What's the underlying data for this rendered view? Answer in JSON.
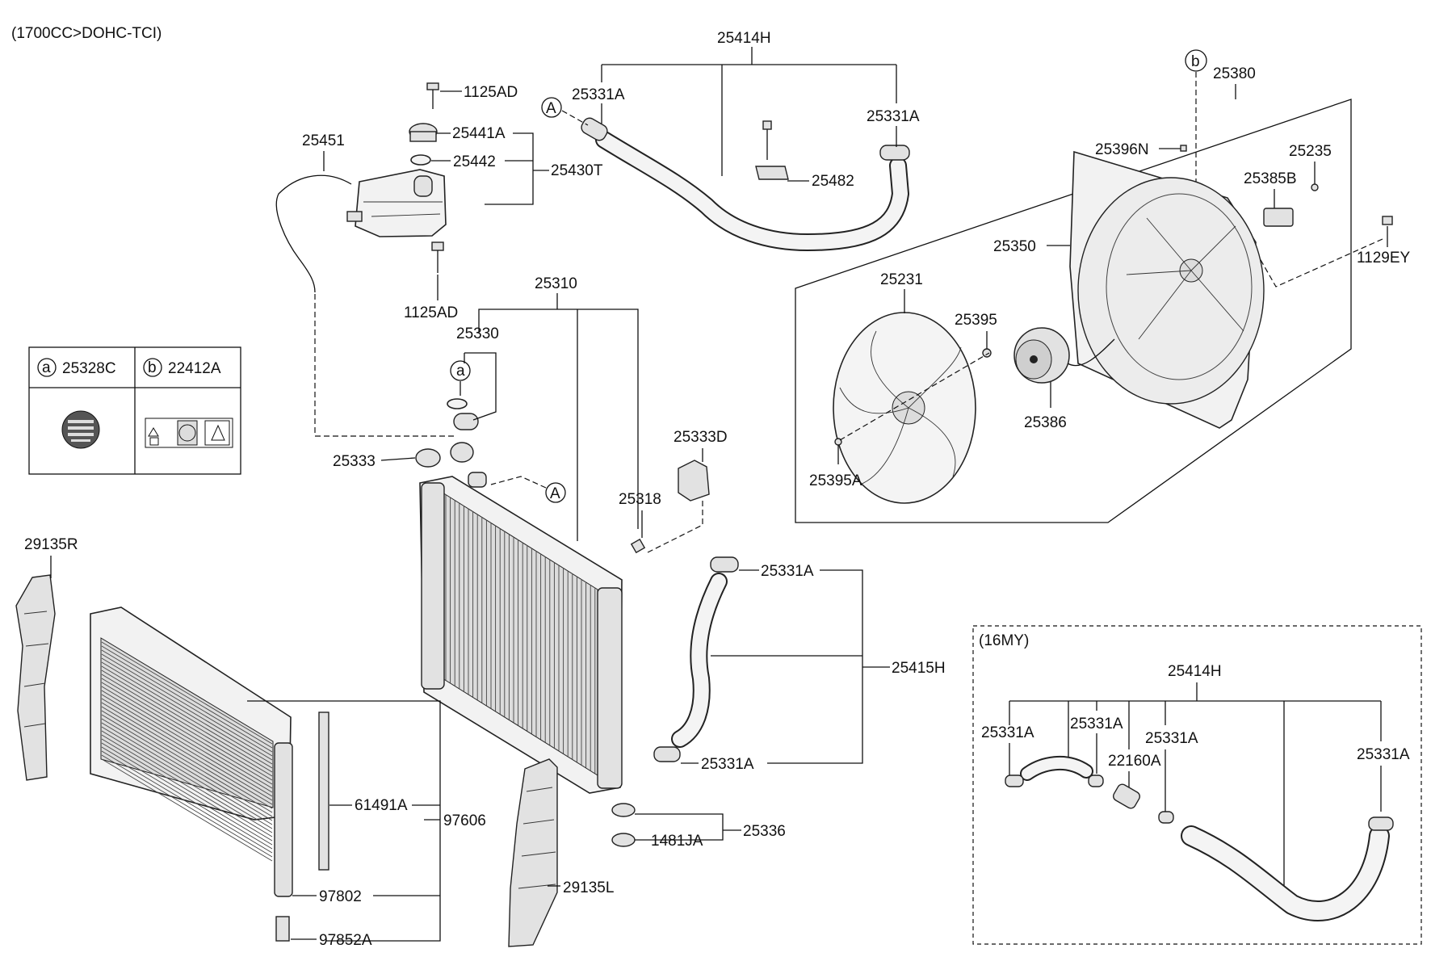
{
  "header": {
    "engine_note": "(1700CC>DOHC-TCI)"
  },
  "callout_circles": {
    "A": "A",
    "a": "a",
    "b": "b"
  },
  "legend_table": {
    "cells": [
      {
        "letter": "a",
        "part": "25328C"
      },
      {
        "letter": "b",
        "part": "22412A"
      }
    ]
  },
  "labels": {
    "p25414H": "25414H",
    "p25331A_top_left": "25331A",
    "p25331A_top_right": "25331A",
    "p1125AD_top": "1125AD",
    "p25441A": "25441A",
    "p25442": "25442",
    "p25430T": "25430T",
    "p25451": "25451",
    "p25482": "25482",
    "p1125AD_bottom": "1125AD",
    "p25310": "25310",
    "p25330": "25330",
    "p25333": "25333",
    "p25333D": "25333D",
    "p25318": "25318",
    "p25380": "25380",
    "p25396N": "25396N",
    "p25235": "25235",
    "p25385B": "25385B",
    "p25350": "25350",
    "p1129EY": "1129EY",
    "p25231": "25231",
    "p25395": "25395",
    "p25386": "25386",
    "p25395A": "25395A",
    "p29135R": "29135R",
    "p25331A_mid_top": "25331A",
    "p25415H": "25415H",
    "p25331A_mid_bottom": "25331A",
    "p61491A": "61491A",
    "p97606": "97606",
    "p97802": "97802",
    "p97852A": "97852A",
    "p25336": "25336",
    "p1481JA": "1481JA",
    "p29135L": "29135L"
  },
  "inset_16my": {
    "title": "(16MY)",
    "p25414H": "25414H",
    "p25331A_1": "25331A",
    "p25331A_2": "25331A",
    "p25331A_3": "25331A",
    "p25331A_4": "25331A",
    "p22160A": "22160A"
  }
}
